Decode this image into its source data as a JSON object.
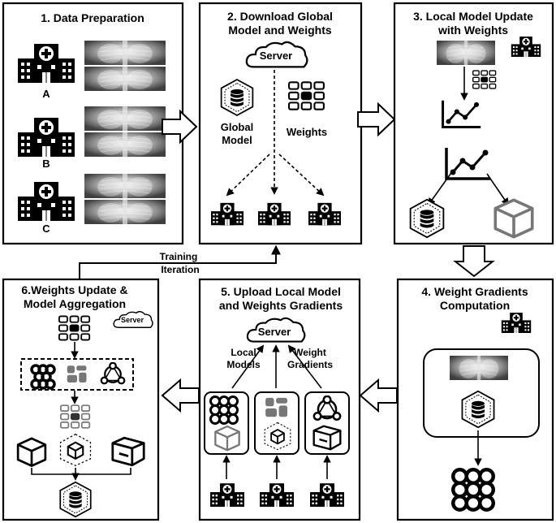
{
  "panels": {
    "p1": {
      "title": "1. Data Preparation",
      "hospitals": [
        "A",
        "B",
        "C"
      ]
    },
    "p2": {
      "title_line1": "2. Download Global",
      "title_line2": "Model and Weights",
      "server": "Server",
      "global_model_line1": "Global",
      "global_model_line2": "Model",
      "weights": "Weights"
    },
    "p3": {
      "title_line1": "3. Local Model Update",
      "title_line2": "with Weights"
    },
    "p4": {
      "title_line1": "4. Weight Gradients",
      "title_line2": "Computation"
    },
    "p5": {
      "title_line1": "5. Upload Local Model",
      "title_line2": "and Weights Gradients",
      "server": "Server",
      "local_models_line1": "Local",
      "local_models_line2": "Models",
      "weight_gradients_line1": "Weight",
      "weight_gradients_line2": "Gradients"
    },
    "p6": {
      "title_line1": "6.Weights Update &",
      "title_line2": "Model Aggregation",
      "server": "Server"
    }
  },
  "loop": {
    "label_line1": "Training",
    "label_line2": "Iteration"
  },
  "colors": {
    "stroke": "#000000",
    "gray": "#777777",
    "xray_dark": "#3a3a3a",
    "xray_light": "#d8d8d8"
  }
}
